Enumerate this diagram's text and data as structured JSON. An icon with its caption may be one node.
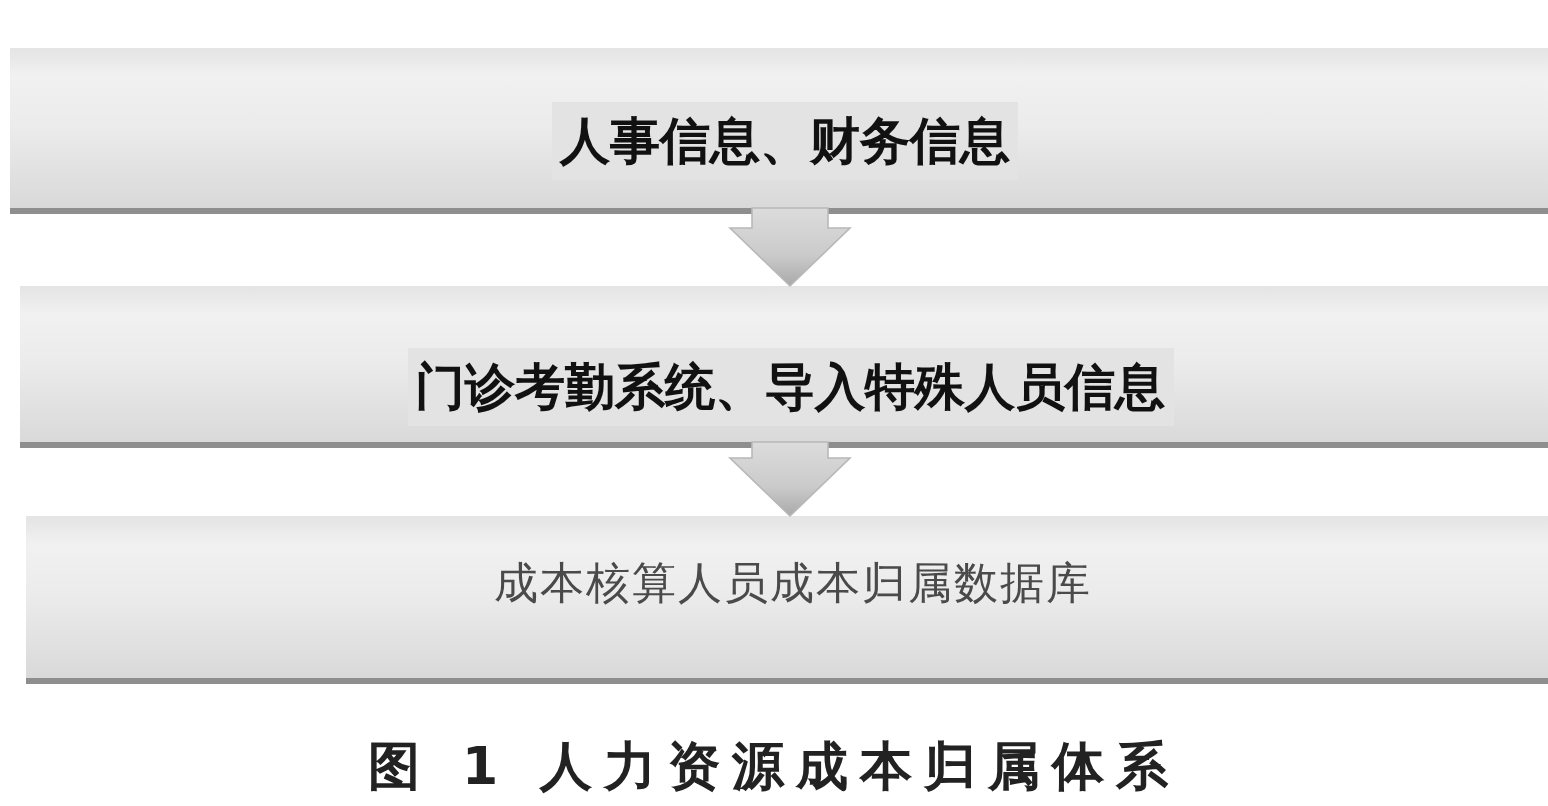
{
  "diagram": {
    "caption": "图 1 人力资源成本归属体系",
    "nodes": [
      {
        "text": [
          "人事信息、财务信息"
        ]
      },
      {
        "text": [
          "门诊考勤系统、导入特殊人员信息"
        ]
      },
      {
        "text": [
          "成本核算人员成本归属数据库"
        ]
      }
    ],
    "edges": [
      {
        "from": 0,
        "to": 1,
        "arrow": "to"
      },
      {
        "from": 1,
        "to": 2,
        "arrow": "to"
      }
    ]
  }
}
